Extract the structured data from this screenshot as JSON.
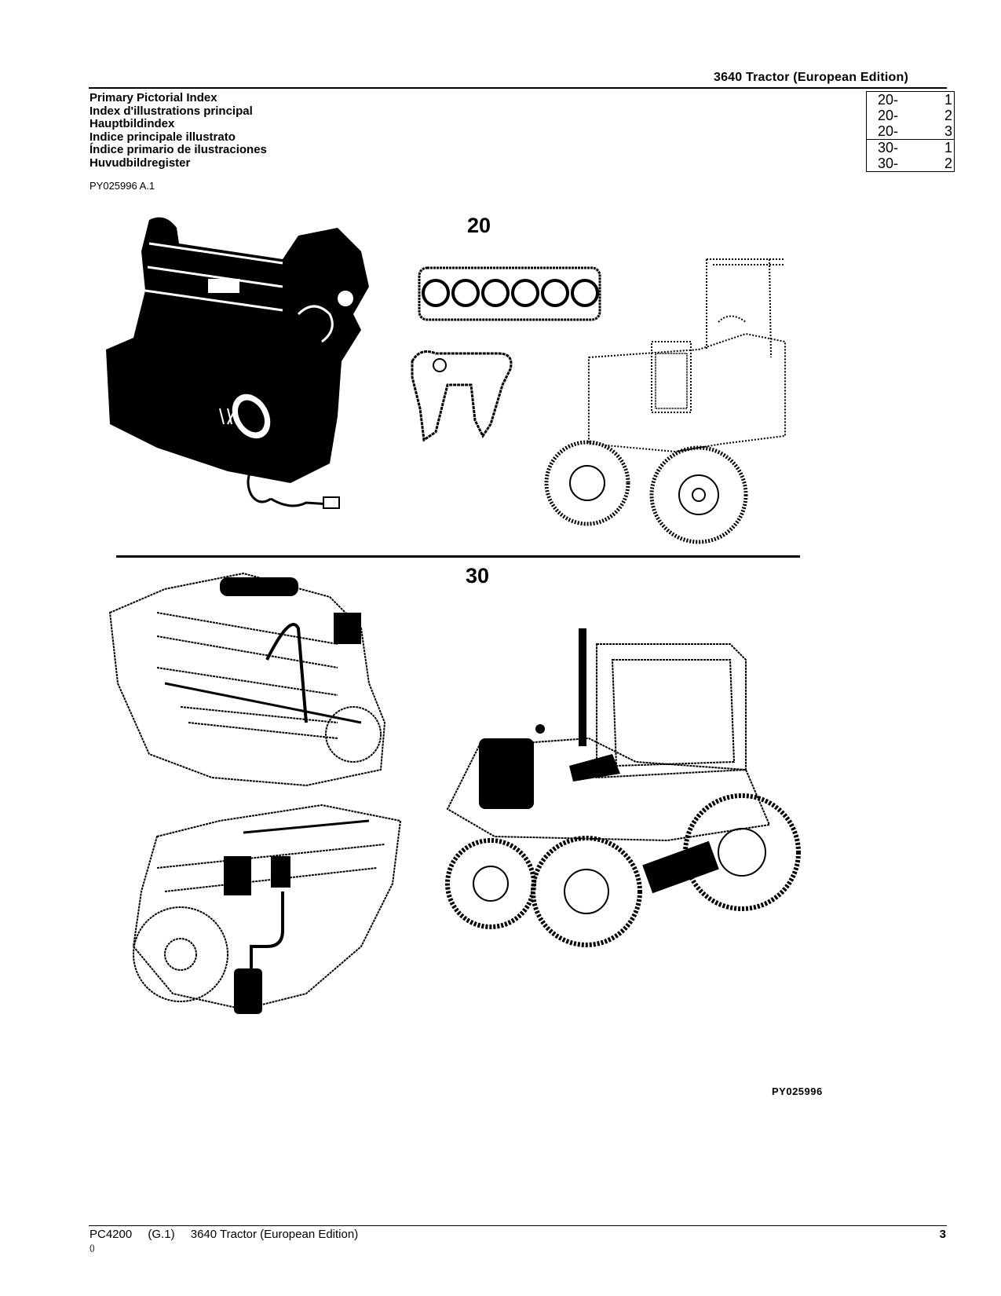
{
  "header": {
    "title": "3640  Tractor  (European  Edition)"
  },
  "titles": [
    "Primary Pictorial Index",
    "Index d'illustrations principal",
    "Hauptbildindex",
    "Indice principale illustrato",
    "Índice primario de ilustraciones",
    "Huvudbildregister"
  ],
  "ref_code": "PY025996 A.1",
  "index": {
    "group_20": [
      {
        "section": "20-",
        "page": "1"
      },
      {
        "section": "20-",
        "page": "2"
      },
      {
        "section": "20-",
        "page": "3"
      }
    ],
    "group_30": [
      {
        "section": "30-",
        "page": "1"
      },
      {
        "section": "30-",
        "page": "2"
      }
    ]
  },
  "figure": {
    "section_20_label": "20",
    "section_30_label": "30",
    "figure_id": "PY025996"
  },
  "footer": {
    "code": "PC4200",
    "version": "(G.1)",
    "title": "3640 Tractor (European Edition)",
    "page": "3",
    "sub": "()"
  }
}
